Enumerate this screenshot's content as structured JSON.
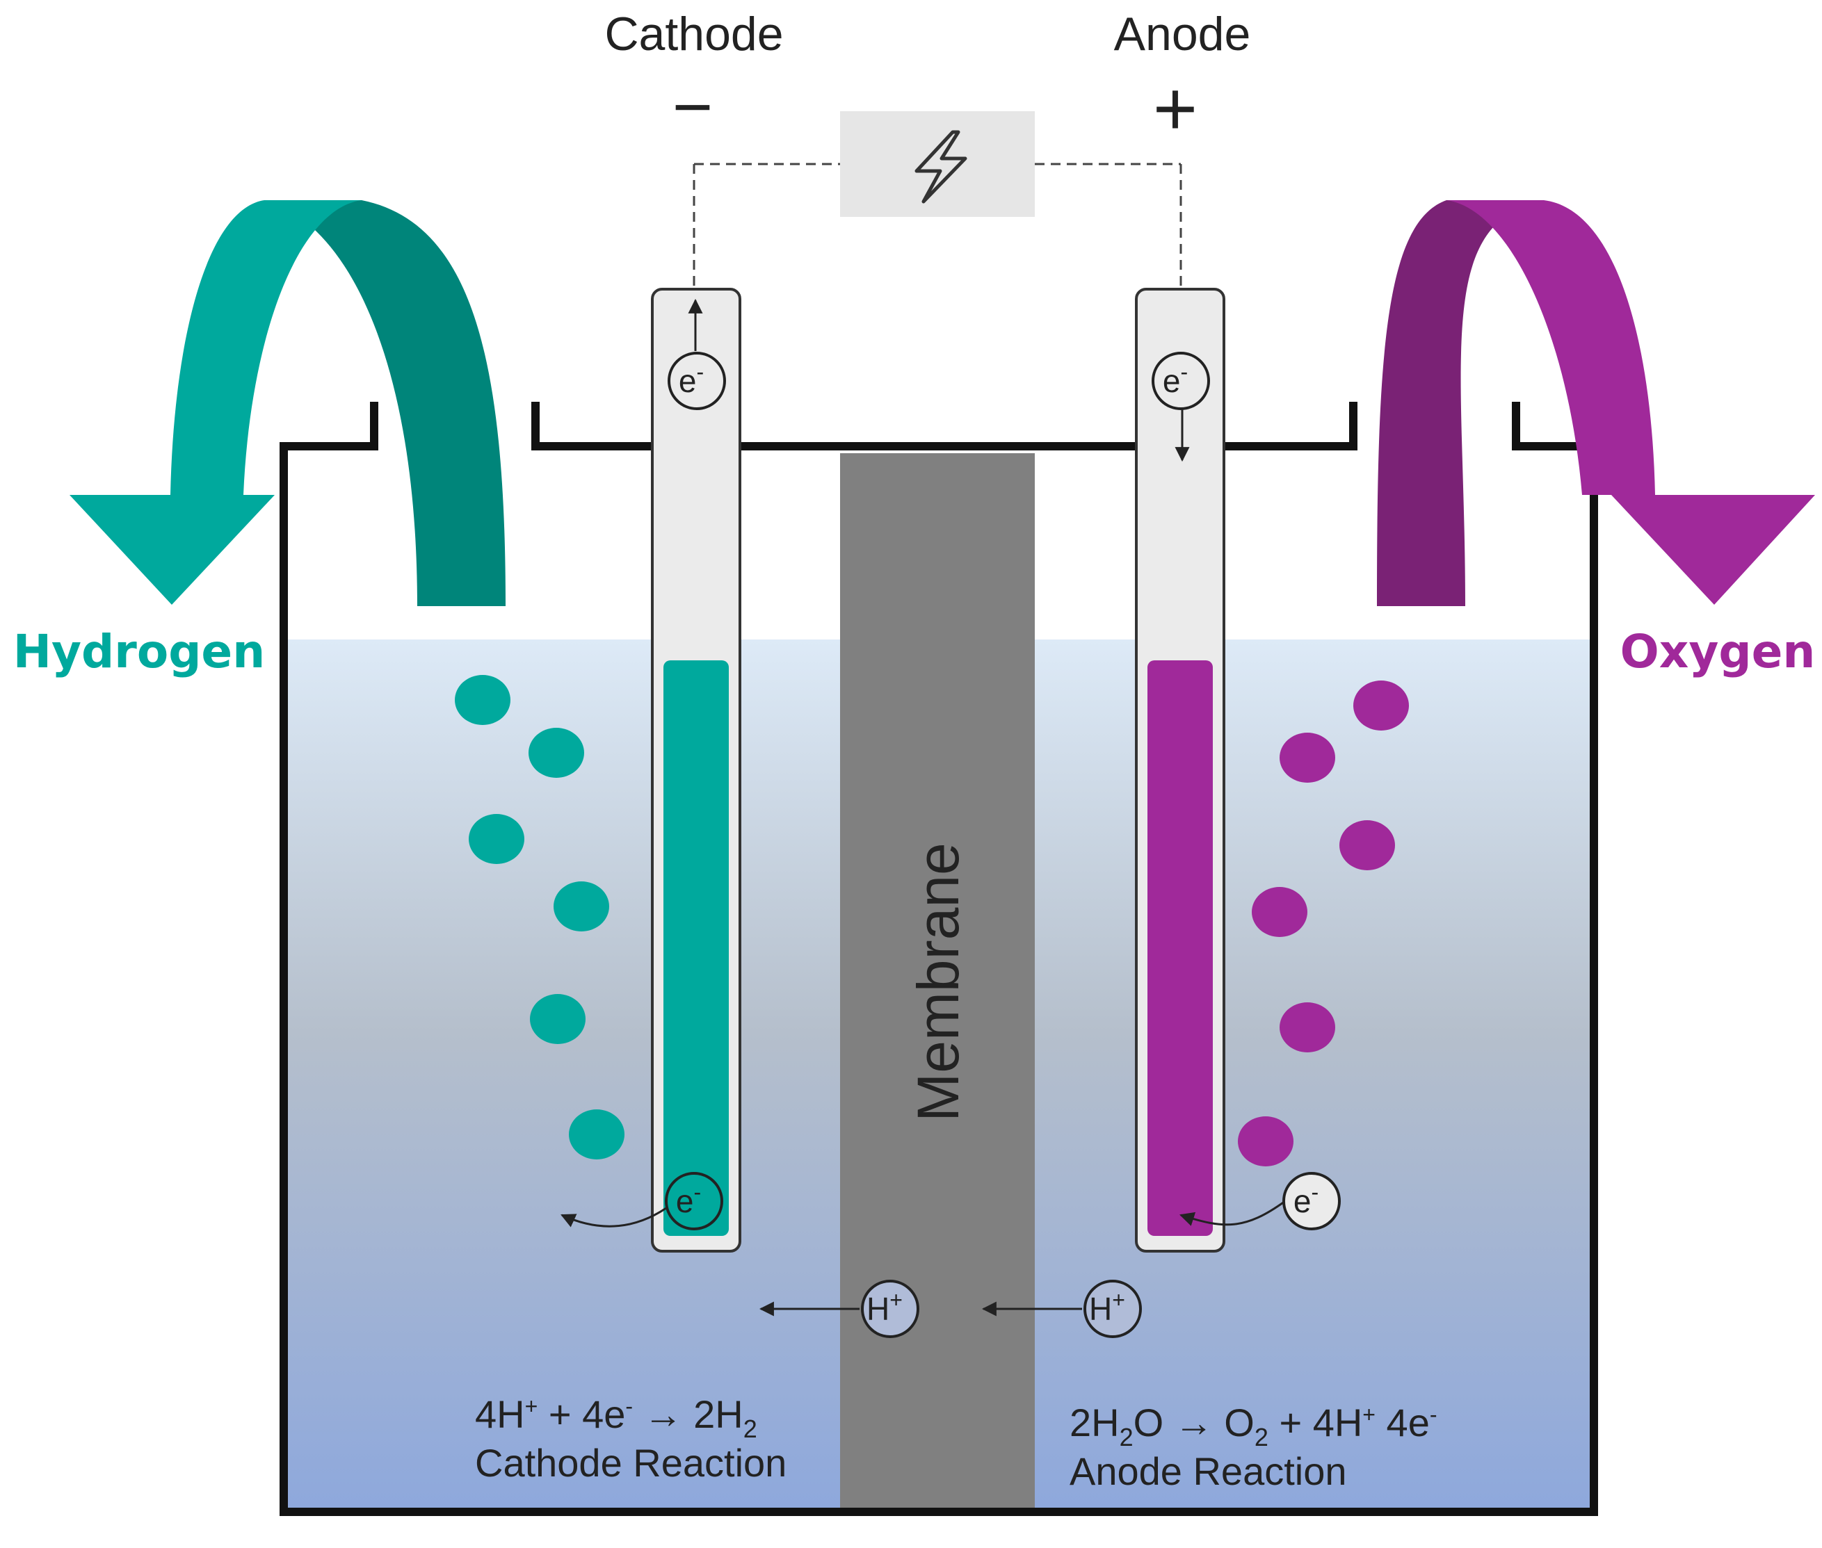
{
  "labels": {
    "cathode": "Cathode",
    "anode": "Anode",
    "cathode_sign": "−",
    "anode_sign": "+",
    "hydrogen": "Hydrogen",
    "oxygen": "Oxygen",
    "membrane": "Membrane",
    "electron": "e",
    "electron_charge": "-",
    "proton": "H",
    "proton_charge": "+"
  },
  "equations": {
    "cathode": {
      "parts": [
        "4H",
        "+",
        " + 4e",
        "-",
        " → 2H",
        "2"
      ],
      "caption": "Cathode Reaction"
    },
    "anode": {
      "parts": [
        "2H",
        "2",
        "O → O",
        "2",
        " + 4H",
        "+",
        " 4e",
        "-"
      ],
      "caption": "Anode Reaction"
    }
  },
  "icons": {
    "power_source": "lightning-bolt-icon",
    "hydrogen_flow": "curved-arrow-left-icon",
    "oxygen_flow": "curved-arrow-right-icon"
  },
  "colors": {
    "hydrogen": "#00A99D",
    "hydrogen_dark": "#00857A",
    "oxygen": "#A0299A",
    "oxygen_dark": "#7A2275",
    "membrane": "#808080",
    "electrode": "#EBEBEB",
    "power_box": "#E6E6E6",
    "electrolyte_top": "#DDEAF7",
    "electrolyte_mid": "#B5BFCC",
    "electrolyte_bottom": "#8EA8DC"
  }
}
